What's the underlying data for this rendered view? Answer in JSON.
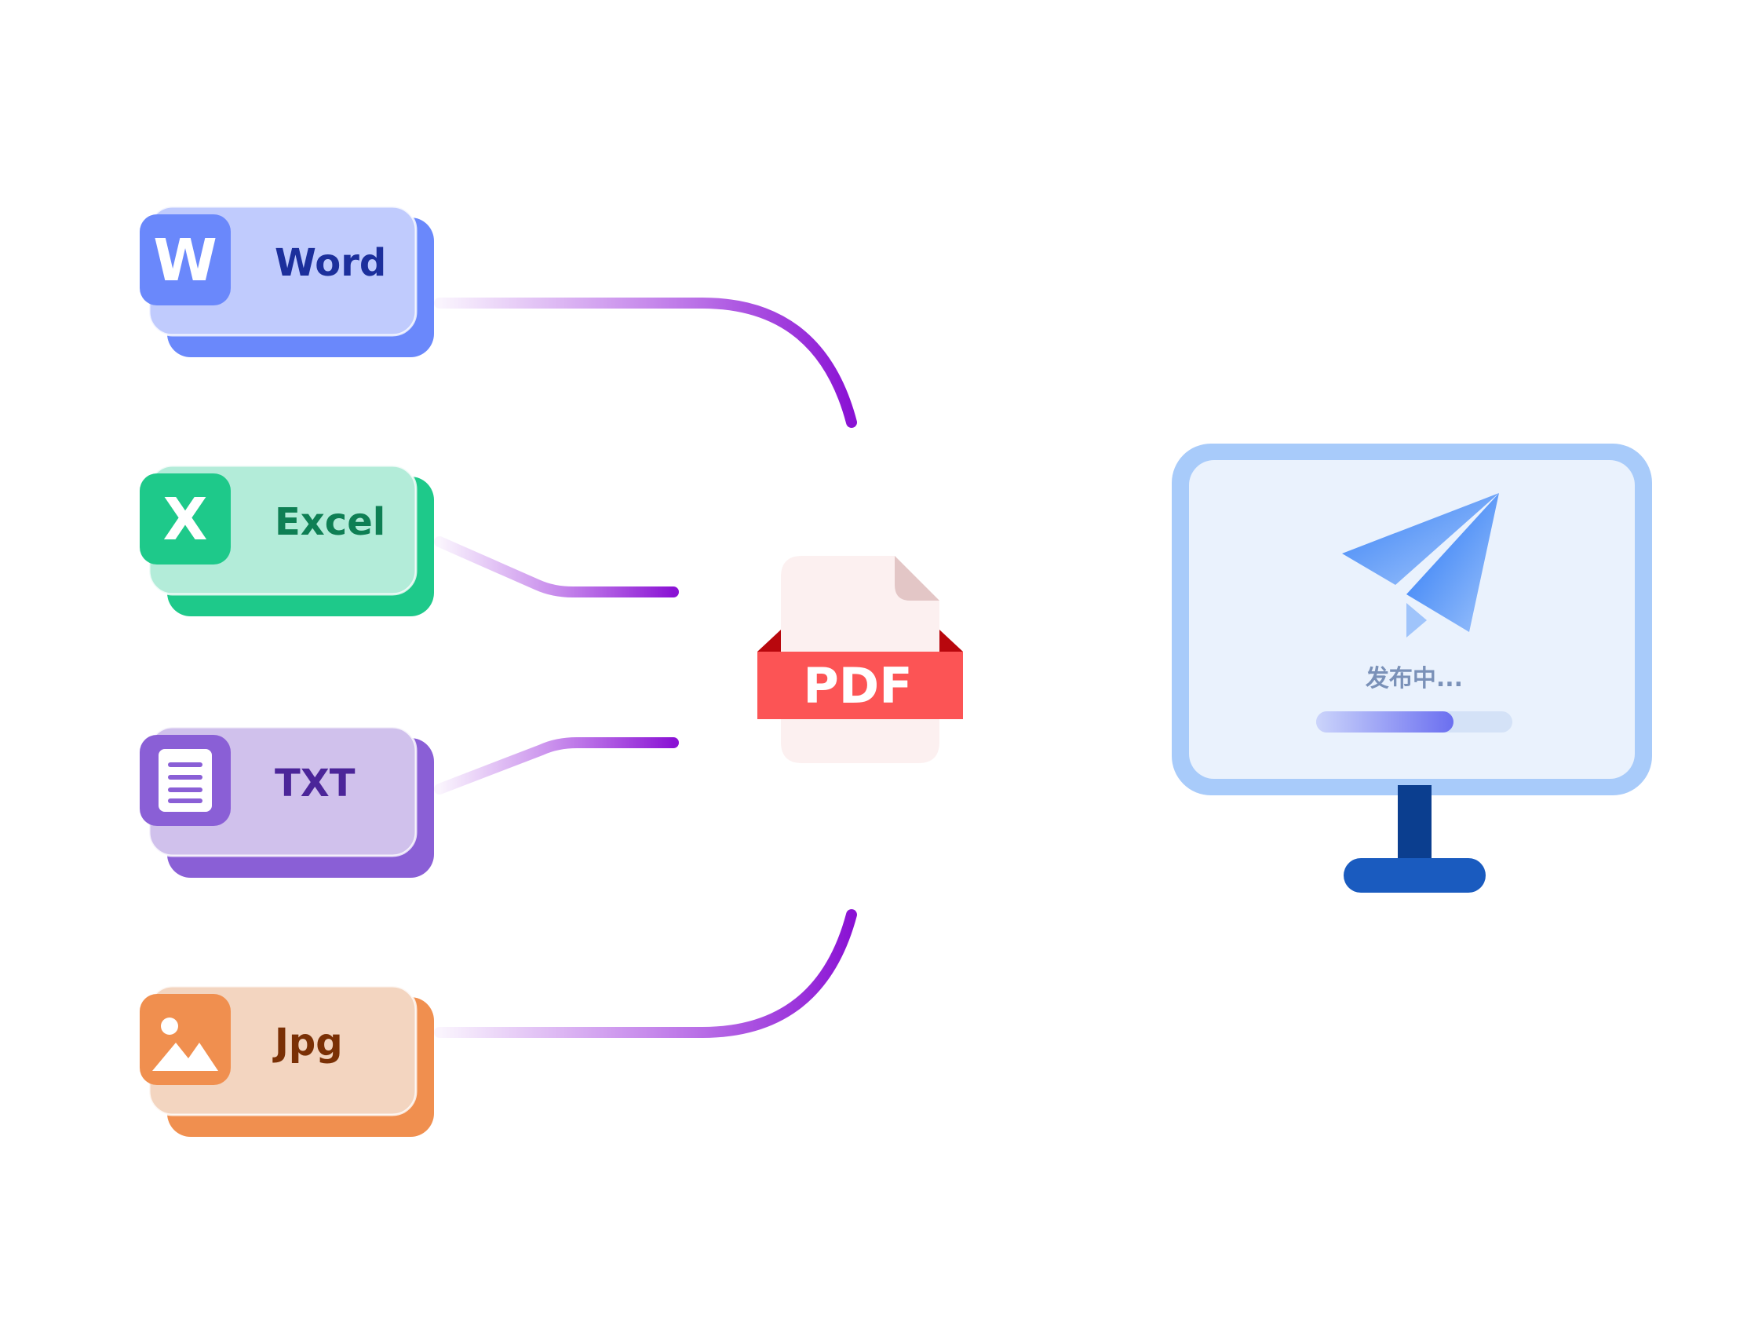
{
  "sources": [
    {
      "label": "Word",
      "icon_letter": "W",
      "icon": "word-icon",
      "color": "#6a88fb",
      "label_color": "#1c2f9c"
    },
    {
      "label": "Excel",
      "icon_letter": "X",
      "icon": "excel-icon",
      "color": "#1ec98a",
      "label_color": "#0e7f54"
    },
    {
      "label": "TXT",
      "icon_letter": "",
      "icon": "txt-icon",
      "color": "#8a5fd6",
      "label_color": "#4b2599"
    },
    {
      "label": "Jpg",
      "icon_letter": "",
      "icon": "image-icon",
      "color": "#f08f4f",
      "label_color": "#7a3005"
    }
  ],
  "pdf": {
    "label": "PDF",
    "color": "#fc5455"
  },
  "monitor": {
    "status_text": "发布中...",
    "progress": 0.7,
    "icon": "paper-plane-icon",
    "frame_color": "#a8cbfa",
    "stand_color": "#1a5bbf"
  },
  "connector_color": "#9a2ddc"
}
